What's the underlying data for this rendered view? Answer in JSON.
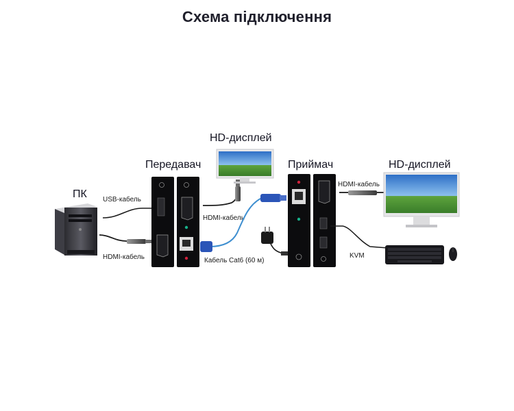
{
  "title": "Схема підключення",
  "labels": {
    "pc": "ПК",
    "transmitter": "Передавач",
    "receiver": "Приймач",
    "display_top": "HD-дисплей",
    "display_right": "HD-дисплей"
  },
  "cables": {
    "usb": "USB-кабель",
    "hdmi_pc": "HDMI-кабель",
    "hdmi_tx": "HDMI-кабель",
    "hdmi_rx": "HDMI-кабель",
    "cat6": "Кабель Cat6 (60 м)",
    "kvm": "KVM"
  },
  "colors": {
    "device": "#0c0c0e",
    "cat6_cable": "#3f8fd0",
    "connector_blue": "#2b55b8",
    "led_green": "#17b08a",
    "led_red": "#d0213b",
    "sky": "#3e86d6",
    "grass": "#4f9a3a"
  }
}
